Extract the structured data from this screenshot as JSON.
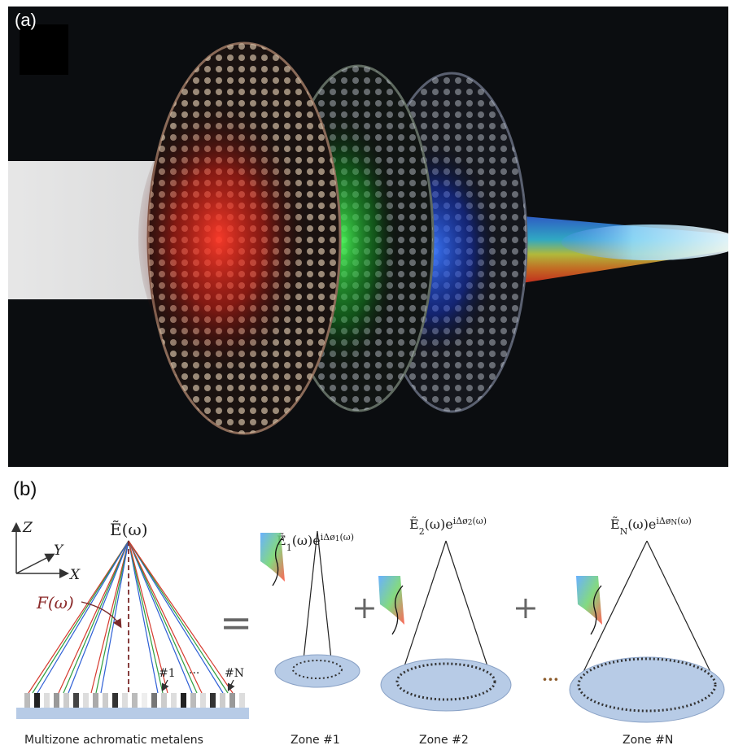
{
  "panel_a": {
    "label": "(a)"
  },
  "panel_b": {
    "label": "(b)",
    "axes": {
      "z": "Z",
      "y": "Y",
      "x": "X"
    },
    "field_label": "Ẽ(ω)",
    "focal_label": "F(ω)",
    "zone_markers": {
      "first": "#1",
      "dots": "···",
      "last": "#N"
    },
    "eq_sign": "=",
    "plus_sign": "+",
    "ellipsis": "···",
    "zone_fields": [
      {
        "E": "Ẽ",
        "sub": "1",
        "arg": "(ω)e",
        "exp": "iΔø",
        "exp_sub": "1",
        "exp_arg": "(ω)"
      },
      {
        "E": "Ẽ",
        "sub": "2",
        "arg": "(ω)e",
        "exp": "iΔø",
        "exp_sub": "2",
        "exp_arg": "(ω)"
      },
      {
        "E": "Ẽ",
        "sub": "N",
        "arg": "(ω)e",
        "exp": "iΔø",
        "exp_sub": "N",
        "exp_arg": "(ω)"
      }
    ],
    "captions": {
      "metalens": "Multizone achromatic metalens",
      "zone1": "Zone #1",
      "zone2": "Zone #2",
      "zoneN": "Zone #N"
    }
  }
}
